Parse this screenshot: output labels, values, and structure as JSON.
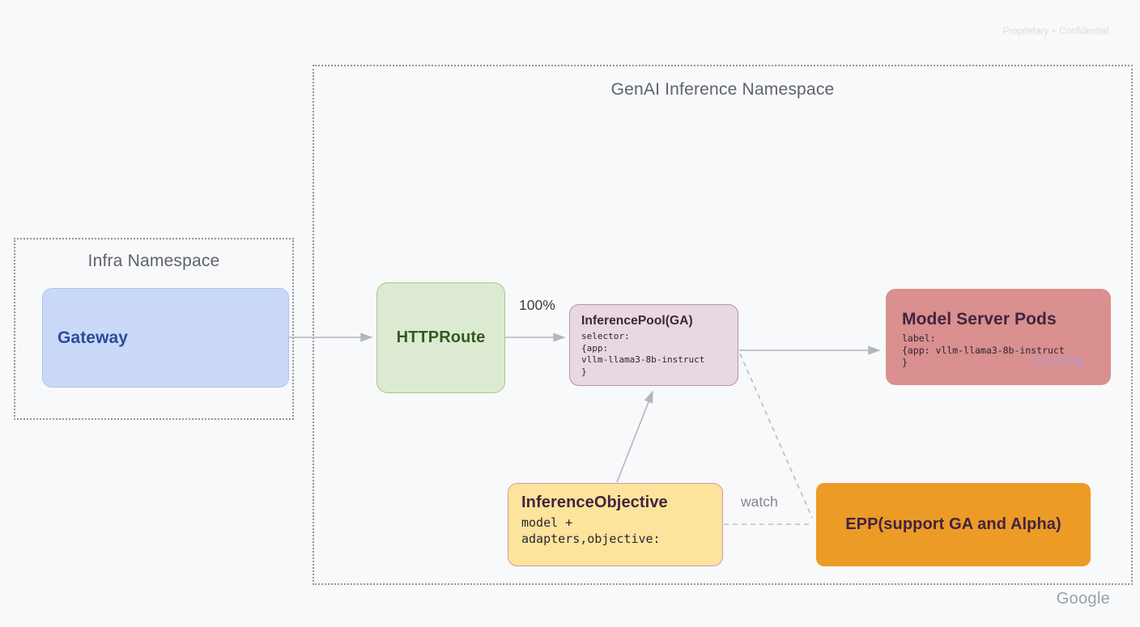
{
  "page": {
    "confidential": "Proprietary + Confidential",
    "brand": "Google"
  },
  "infra_namespace": {
    "title": "Infra Namespace",
    "gateway": {
      "label": "Gateway"
    }
  },
  "genai_namespace": {
    "title": "GenAI Inference Namespace",
    "httproute": {
      "label": "HTTPRoute"
    },
    "inference_pool": {
      "title": "InferencePool(GA)",
      "code": "selector:\n{app:\nvllm-llama3-8b-instruct\n}"
    },
    "model_server_pods": {
      "title": "Model Server Pods",
      "code": "label:\n{app: vllm-llama3-8b-instruct\n}",
      "watermark": "Existing"
    },
    "inference_objective": {
      "title": "InferenceObjective",
      "code": "model +\nadapters,objective:"
    },
    "epp": {
      "label": "EPP(support GA and Alpha)"
    }
  },
  "edges": {
    "httproute_to_pool_label": "100%",
    "pool_to_epp_label": "watch"
  },
  "palette": {
    "background": "#f8f9fa",
    "namespace_border": "#94959a",
    "namespace_title_text": "#5f6368",
    "arrow": "#b3b6bb",
    "gateway_fill": "#c9d9f7",
    "gateway_border": "#aec2f2",
    "gateway_text": "#2b4b9b",
    "httproute_fill": "#dcead2",
    "httproute_border": "#abc496",
    "httproute_text": "#33591e",
    "inference_pool_fill": "#e7d8e1",
    "inference_pool_border": "#bd90aa",
    "model_server_fill": "#d9908e",
    "inference_objective_fill": "#fce49c",
    "inference_objective_border": "#d893ae",
    "epp_fill": "#ec9b27",
    "dark_plum_text": "#42243e",
    "existing_watermark_text": "#bd93c5",
    "confidential_text": "#d9dbde",
    "brand_text": "#9aa0a6"
  }
}
